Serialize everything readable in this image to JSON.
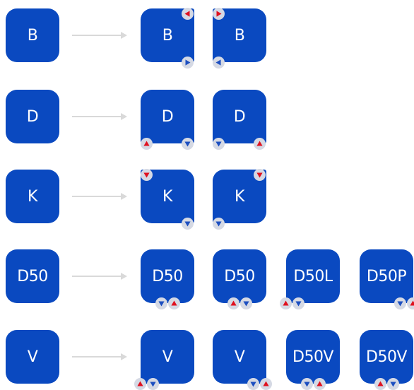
{
  "rows": [
    {
      "source": "B",
      "results": [
        {
          "label": "B",
          "badges": [
            {
              "pos": "tr",
              "dir": "left",
              "color": "red"
            },
            {
              "pos": "br",
              "dir": "right",
              "color": "blue"
            }
          ]
        },
        {
          "label": "B",
          "badges": [
            {
              "pos": "tl",
              "dir": "right",
              "color": "red"
            },
            {
              "pos": "bl",
              "dir": "left",
              "color": "blue"
            }
          ]
        }
      ]
    },
    {
      "source": "D",
      "results": [
        {
          "label": "D",
          "badges": [
            {
              "pos": "bl",
              "dir": "up",
              "color": "red"
            },
            {
              "pos": "br",
              "dir": "down",
              "color": "blue"
            }
          ]
        },
        {
          "label": "D",
          "badges": [
            {
              "pos": "bl",
              "dir": "down",
              "color": "blue"
            },
            {
              "pos": "br",
              "dir": "up",
              "color": "red"
            }
          ]
        }
      ]
    },
    {
      "source": "K",
      "results": [
        {
          "label": "K",
          "badges": [
            {
              "pos": "tl",
              "dir": "down",
              "color": "red"
            },
            {
              "pos": "br",
              "dir": "down",
              "color": "blue"
            }
          ]
        },
        {
          "label": "K",
          "badges": [
            {
              "pos": "tr",
              "dir": "down",
              "color": "red"
            },
            {
              "pos": "bl",
              "dir": "down",
              "color": "blue"
            }
          ]
        }
      ]
    },
    {
      "source": "D50",
      "results": [
        {
          "label": "D50",
          "badges": [
            {
              "pos": "bc",
              "dir": "down",
              "color": "blue"
            },
            {
              "pos": "bc",
              "dir": "up",
              "color": "red"
            }
          ]
        },
        {
          "label": "D50",
          "badges": [
            {
              "pos": "bc",
              "dir": "up",
              "color": "red"
            },
            {
              "pos": "bc",
              "dir": "down",
              "color": "blue"
            }
          ]
        },
        {
          "label": "D50L",
          "badges": [
            {
              "pos": "bl",
              "dir": "up",
              "color": "red"
            },
            {
              "pos": "bl",
              "dir": "down",
              "color": "blue"
            }
          ]
        },
        {
          "label": "D50P",
          "badges": [
            {
              "pos": "br",
              "dir": "down",
              "color": "blue"
            },
            {
              "pos": "br",
              "dir": "up",
              "color": "red"
            }
          ]
        }
      ]
    },
    {
      "source": "V",
      "results": [
        {
          "label": "V",
          "badges": [
            {
              "pos": "bl",
              "dir": "up",
              "color": "red"
            },
            {
              "pos": "bl",
              "dir": "down",
              "color": "blue"
            }
          ]
        },
        {
          "label": "V",
          "badges": [
            {
              "pos": "br",
              "dir": "down",
              "color": "blue"
            },
            {
              "pos": "br",
              "dir": "up",
              "color": "red"
            }
          ]
        },
        {
          "label": "D50V",
          "badges": [
            {
              "pos": "bc",
              "dir": "down",
              "color": "blue"
            },
            {
              "pos": "bc",
              "dir": "up",
              "color": "red"
            }
          ]
        },
        {
          "label": "D50V",
          "badges": [
            {
              "pos": "bc",
              "dir": "up",
              "color": "red"
            },
            {
              "pos": "bc",
              "dir": "down",
              "color": "blue"
            }
          ]
        }
      ]
    }
  ],
  "colors": {
    "tile": "#0a49c0",
    "tile_text": "#ffffff",
    "arrow": "#d9d9d9",
    "badge_bg": "#d5d9e4",
    "red": "#e0111f",
    "blue": "#1d4fc0"
  }
}
